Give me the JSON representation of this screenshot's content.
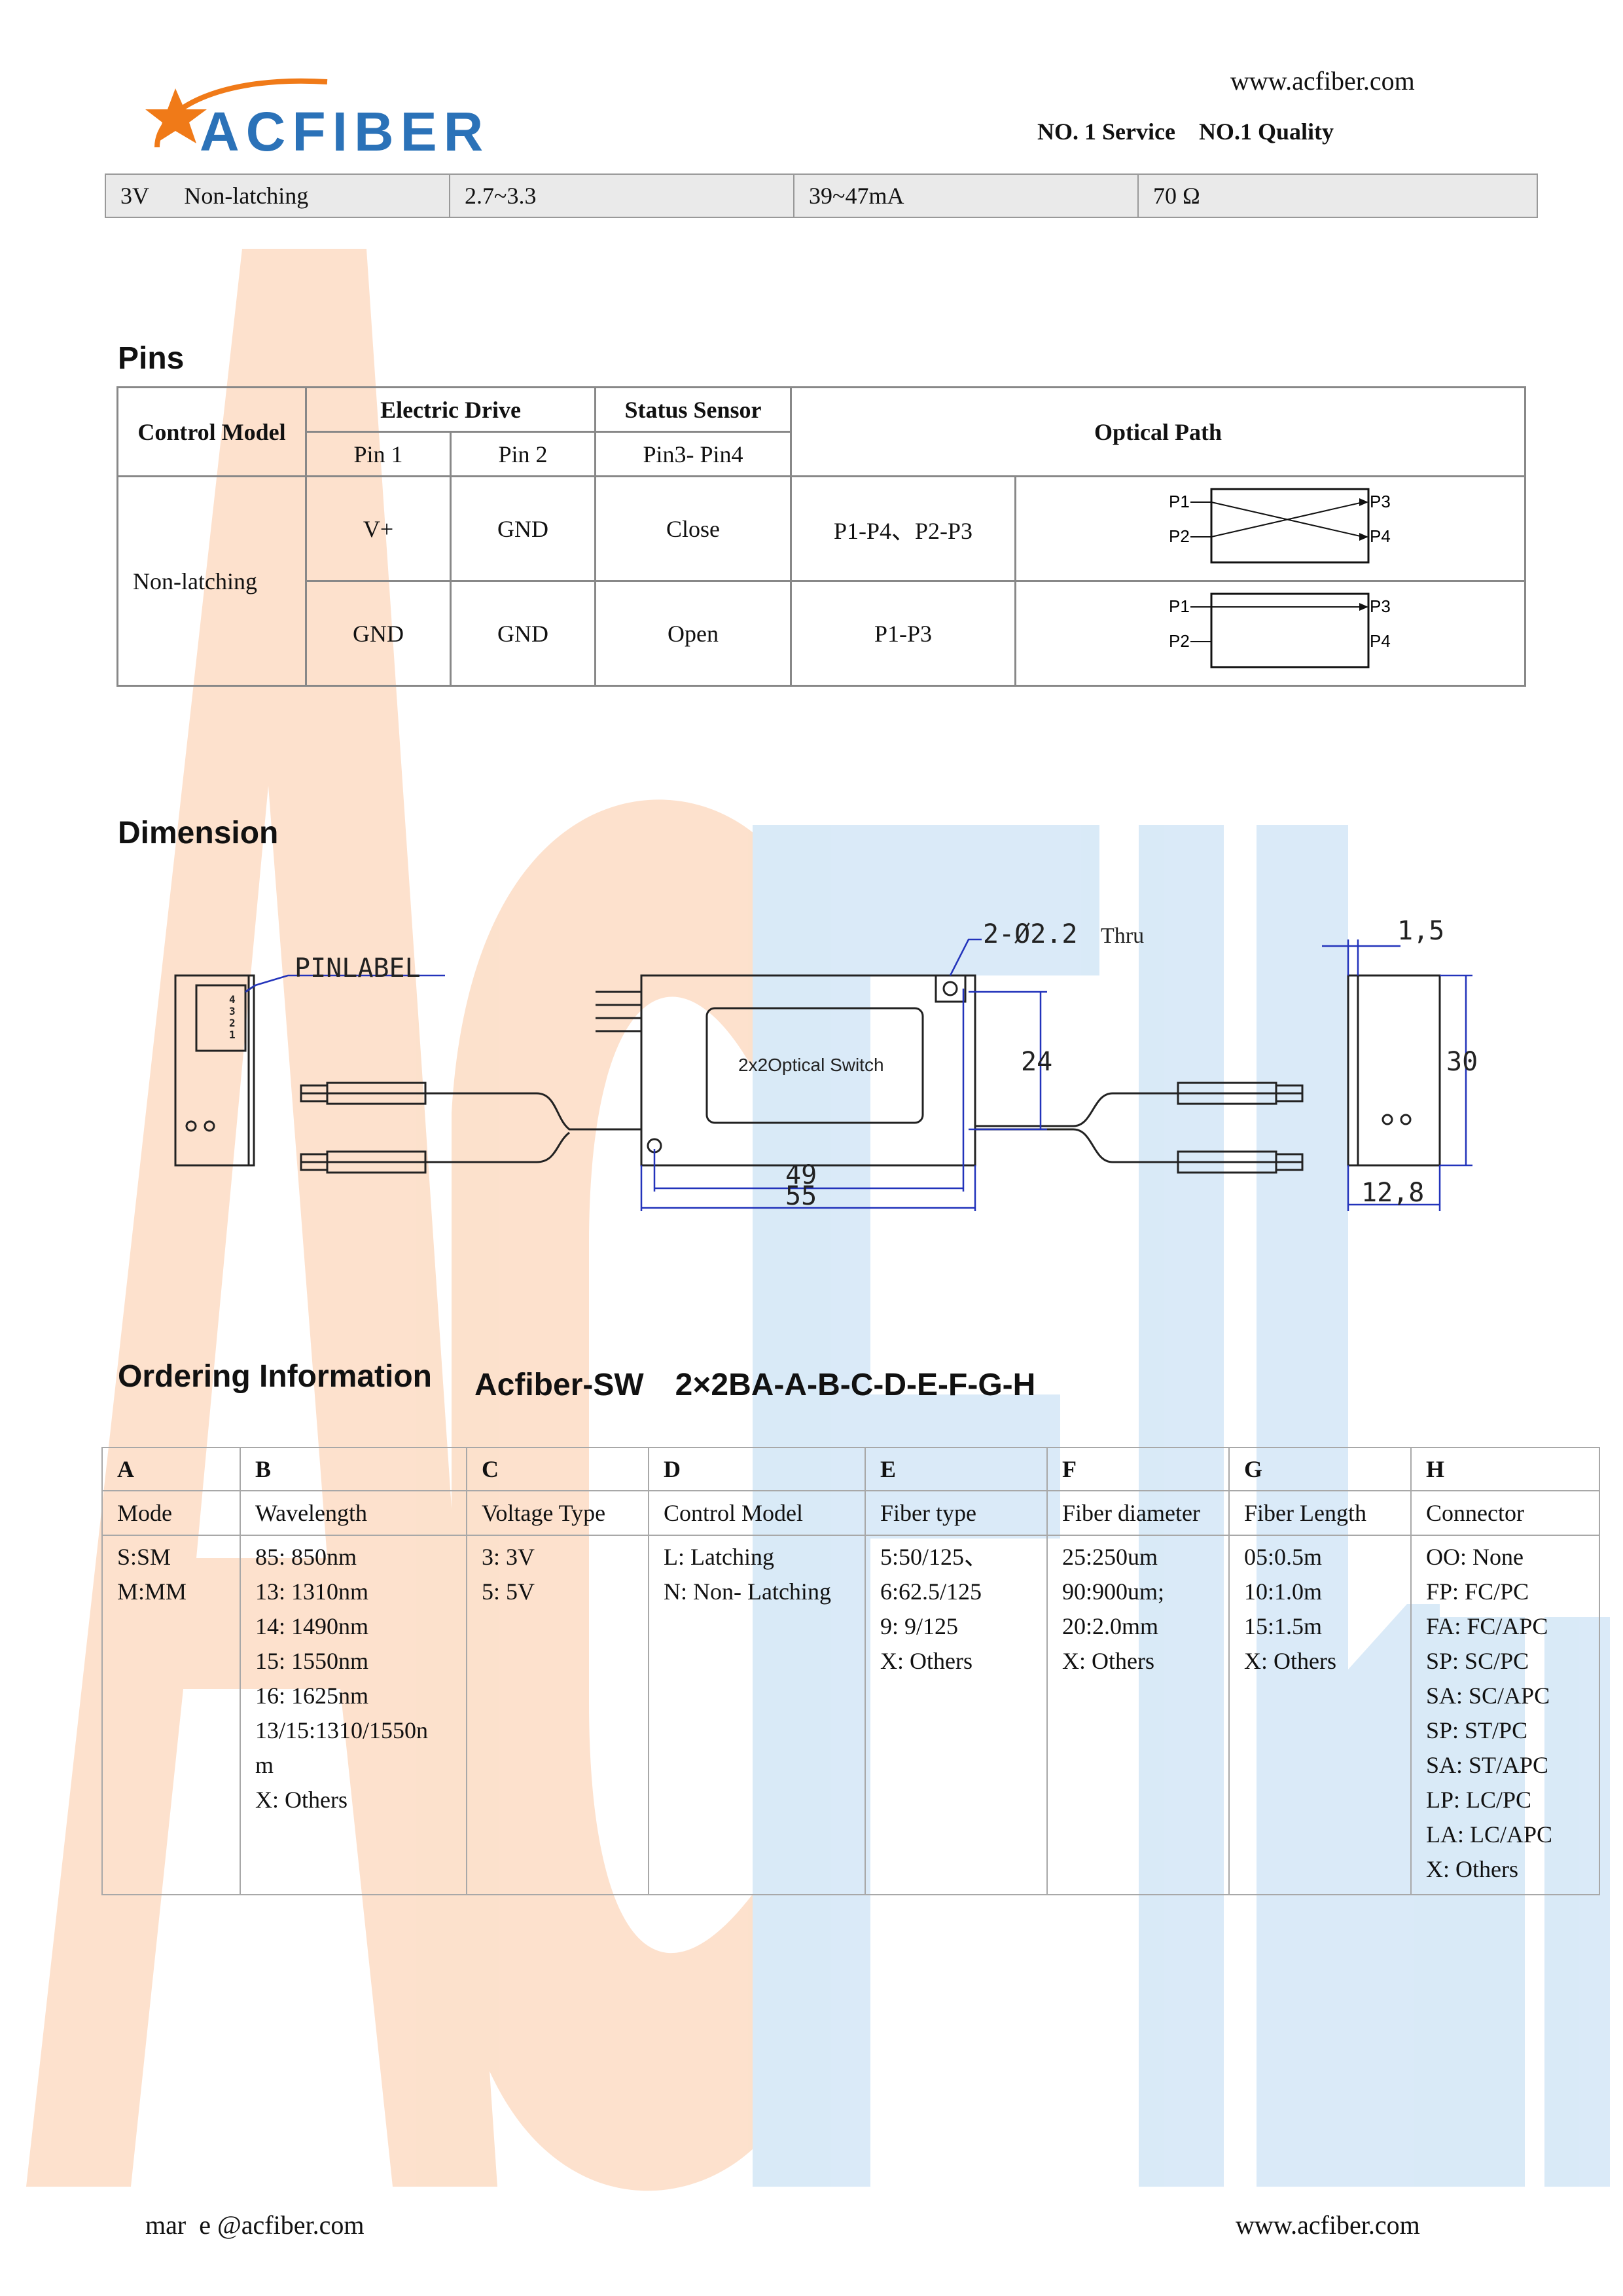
{
  "header": {
    "brand": "ACFIBER",
    "website": "www.acfiber.com",
    "slogan": "NO. 1 Service    NO.1 Quality"
  },
  "watermark": {
    "text": "AcFiber",
    "colors": {
      "orange": "#fde0c9",
      "blue": "#cfe4f5"
    }
  },
  "top_row": [
    "3V      Non-latching",
    "2.7~3.3",
    "39~47mA",
    "70 Ω"
  ],
  "sections": {
    "pins": "Pins",
    "dimension": "Dimension",
    "ordering": "Ordering Information",
    "ordering_code": "Acfiber-SW　2×2BA-A-B-C-D-E-F-G-H"
  },
  "pins": {
    "headers": {
      "control_model": "Control Model",
      "electric_drive": "Electric Drive",
      "status_sensor": "Status Sensor",
      "optical_path": "Optical Path",
      "pin1": "Pin 1",
      "pin2": "Pin 2",
      "pin34": "Pin3- Pin4"
    },
    "model": "Non-latching",
    "rows": [
      {
        "pin1": "V+",
        "pin2": "GND",
        "status": "Close",
        "path": "P1-P4、P2-P3"
      },
      {
        "pin1": "GND",
        "pin2": "GND",
        "status": "Open",
        "path": "P1-P3"
      }
    ],
    "port_labels": [
      "P1",
      "P2",
      "P3",
      "P4"
    ]
  },
  "dimension": {
    "pin_label": "PINLABEL",
    "pin_numbers": [
      "4",
      "3",
      "2",
      "1"
    ],
    "device_label": "2x2Optical Switch",
    "hole_note": "2-Ø2.2",
    "hole_thru": "Thru",
    "dims": {
      "height": "24",
      "inner_width": "49",
      "width": "55",
      "thickness": "1,5",
      "side_height": "30",
      "side_width": "12,8"
    }
  },
  "ordering": {
    "letters": [
      "A",
      "B",
      "C",
      "D",
      "E",
      "F",
      "G",
      "H"
    ],
    "heads": [
      "Mode",
      "Wavelength",
      "Voltage Type",
      "Control Model",
      "Fiber type",
      "Fiber diameter",
      "Fiber Length",
      "Connector"
    ],
    "values": [
      "S:SM\nM:MM",
      "85: 850nm\n13: 1310nm\n14: 1490nm\n15: 1550nm\n16: 1625nm\n13/15:1310/1550n\nm\nX: Others",
      "3: 3V\n5: 5V",
      "L: Latching\nN: Non- Latching",
      "5:50/125、\n6:62.5/125\n9: 9/125\nX: Others",
      "25:250um\n90:900um;\n20:2.0mm\nX: Others",
      "05:0.5m\n10:1.0m\n15:1.5m\nX: Others",
      "OO: None\nFP: FC/PC\nFA: FC/APC\nSP: SC/PC\nSA: SC/APC\nSP: ST/PC\nSA: ST/APC\nLP: LC/PC\nLA: LC/APC\nX: Others"
    ]
  },
  "footer": {
    "left": "mar  e @acfiber.com",
    "right": "www.acfiber.com"
  }
}
